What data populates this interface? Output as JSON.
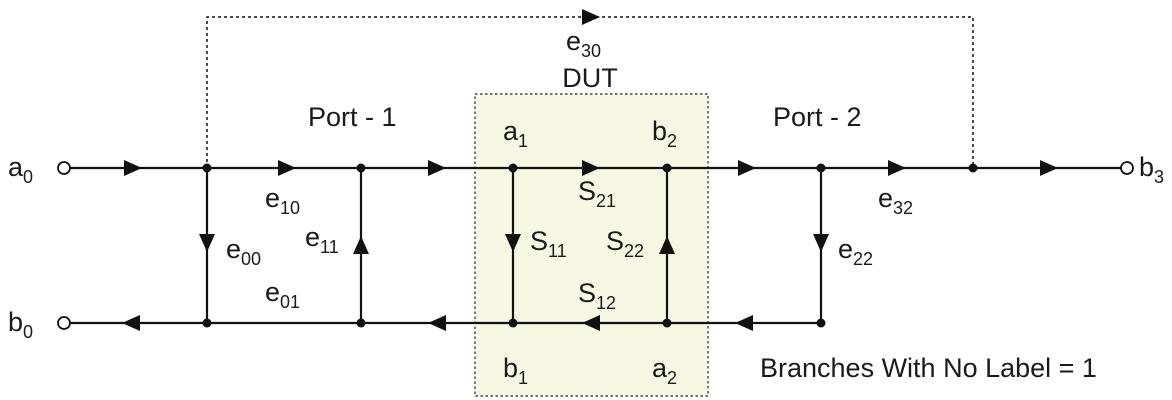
{
  "colors": {
    "dut_fill": "#f8f7e4",
    "line": "#111111"
  },
  "title_dut": "DUT",
  "port1_label": "Port - 1",
  "port2_label": "Port - 2",
  "note": "Branches With No Label = 1",
  "nodes": {
    "a0": {
      "base": "a",
      "sub": "0"
    },
    "b0": {
      "base": "b",
      "sub": "0"
    },
    "b3": {
      "base": "b",
      "sub": "3"
    },
    "a1": {
      "base": "a",
      "sub": "1"
    },
    "b2": {
      "base": "b",
      "sub": "2"
    },
    "b1": {
      "base": "b",
      "sub": "1"
    },
    "a2": {
      "base": "a",
      "sub": "2"
    }
  },
  "terms": {
    "e30": {
      "base": "e",
      "sub": "30"
    },
    "e10": {
      "base": "e",
      "sub": "10"
    },
    "e00": {
      "base": "e",
      "sub": "00"
    },
    "e11": {
      "base": "e",
      "sub": "11"
    },
    "e01": {
      "base": "e",
      "sub": "01"
    },
    "s21": {
      "base": "S",
      "sub": "21"
    },
    "s11": {
      "base": "S",
      "sub": "11"
    },
    "s22": {
      "base": "S",
      "sub": "22"
    },
    "s12": {
      "base": "S",
      "sub": "12"
    },
    "e32": {
      "base": "e",
      "sub": "32"
    },
    "e22": {
      "base": "e",
      "sub": "22"
    }
  }
}
